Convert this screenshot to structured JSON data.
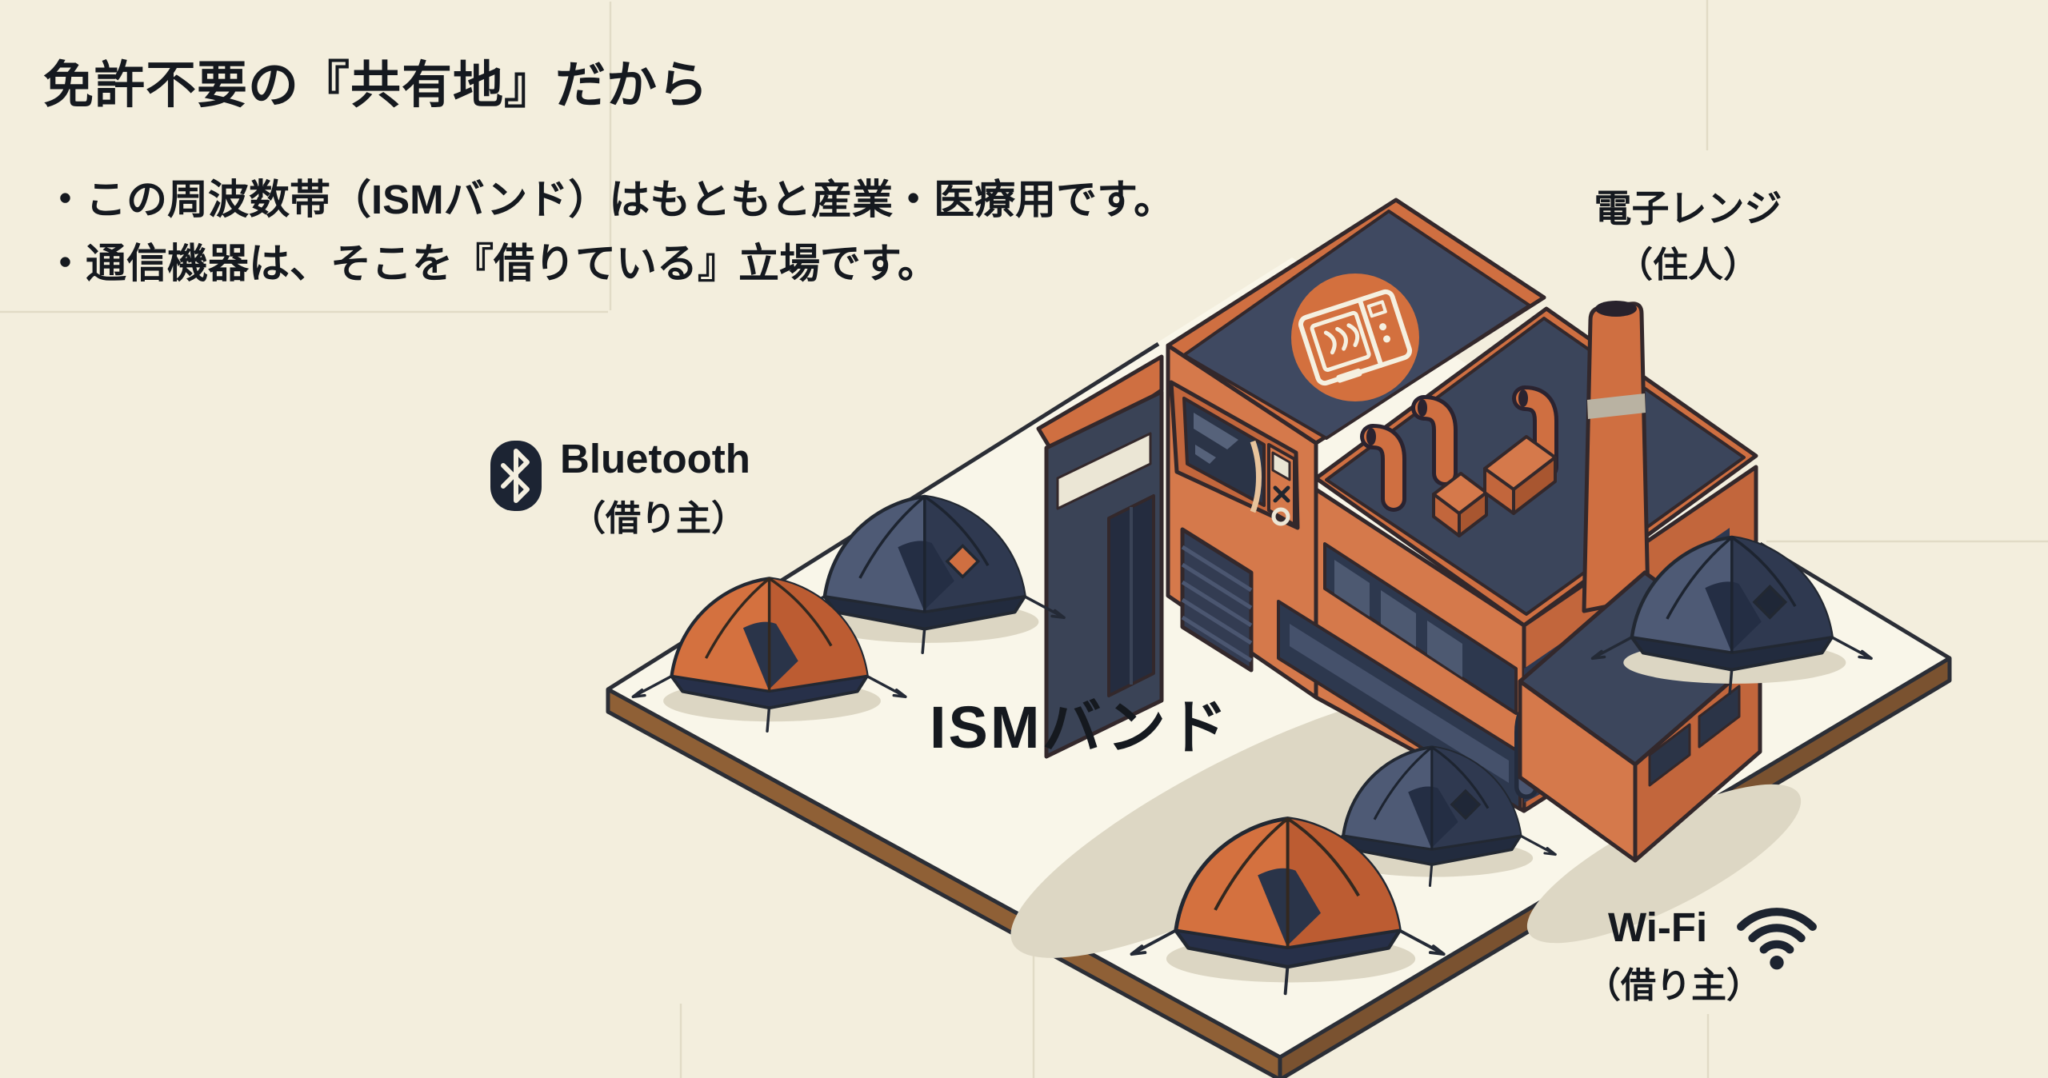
{
  "title": "免許不要の『共有地』だから",
  "bullets": [
    "・この周波数帯（ISMバンド）はもともと産業・医療用です。",
    "・通信機器は、そこを『借りている』立場です。"
  ],
  "ground_label": "ISMバンド",
  "entities": {
    "microwave": {
      "name": "電子レンジ",
      "role": "（住人）"
    },
    "bluetooth": {
      "name": "Bluetooth",
      "role": "（借り主）"
    },
    "wifi": {
      "name": "Wi-Fi",
      "role": "（借り主）"
    }
  },
  "icons": {
    "bluetooth": "bluetooth-icon",
    "wifi": "wifi-icon",
    "microwave": "microwave-oven-icon"
  },
  "colors": {
    "background": "#f3eedd",
    "ink": "#15191f",
    "terracotta": "#d5794b",
    "navy": "#3b455b",
    "dark_navy": "#262e42",
    "platform_top": "#f9f6e9",
    "platform_edge": "#8f6036",
    "badge_orange": "#d3703e"
  }
}
